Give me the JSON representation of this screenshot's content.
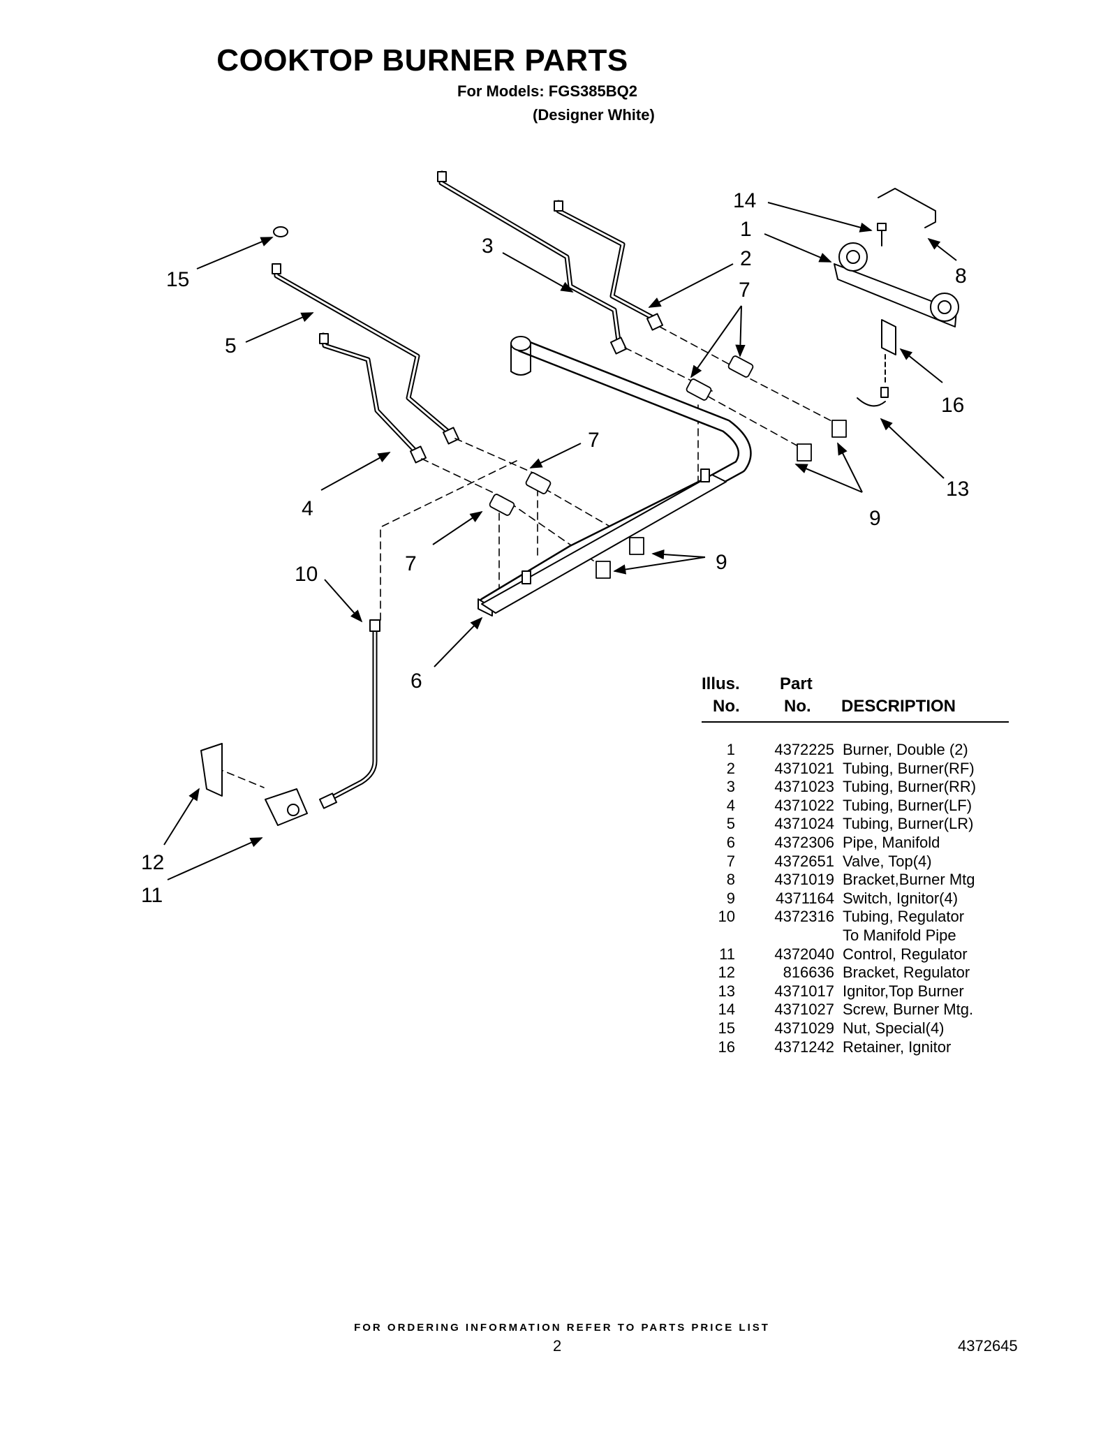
{
  "header": {
    "title": "COOKTOP BURNER PARTS",
    "models_line": "For Models: FGS385BQ2",
    "variant_line": "(Designer White)"
  },
  "callouts": [
    "14",
    "1",
    "2",
    "8",
    "3",
    "15",
    "7",
    "5",
    "16",
    "13",
    "9",
    "7",
    "4",
    "9",
    "7",
    "10",
    "6",
    "12",
    "11"
  ],
  "parts_table": {
    "headers": {
      "illus_1": "Illus.",
      "illus_2": "No.",
      "part_1": "Part",
      "part_2": "No.",
      "description": "DESCRIPTION"
    },
    "rows": [
      {
        "illus": "1",
        "part": "4372225",
        "desc": "Burner, Double (2)"
      },
      {
        "illus": "2",
        "part": "4371021",
        "desc": "Tubing, Burner(RF)"
      },
      {
        "illus": "3",
        "part": "4371023",
        "desc": "Tubing, Burner(RR)"
      },
      {
        "illus": "4",
        "part": "4371022",
        "desc": "Tubing, Burner(LF)"
      },
      {
        "illus": "5",
        "part": "4371024",
        "desc": "Tubing, Burner(LR)"
      },
      {
        "illus": "6",
        "part": "4372306",
        "desc": "Pipe, Manifold"
      },
      {
        "illus": "7",
        "part": "4372651",
        "desc": "Valve, Top(4)"
      },
      {
        "illus": "8",
        "part": "4371019",
        "desc": "Bracket,Burner Mtg"
      },
      {
        "illus": "9",
        "part": "4371164",
        "desc": "Switch, Ignitor(4)"
      },
      {
        "illus": "10",
        "part": "4372316",
        "desc": "Tubing, Regulator"
      },
      {
        "illus": "",
        "part": "",
        "desc": "To Manifold Pipe"
      },
      {
        "illus": "11",
        "part": "4372040",
        "desc": "Control, Regulator"
      },
      {
        "illus": "12",
        "part": "816636",
        "desc": "Bracket, Regulator"
      },
      {
        "illus": "13",
        "part": "4371017",
        "desc": "Ignitor,Top Burner"
      },
      {
        "illus": "14",
        "part": "4371027",
        "desc": "Screw, Burner Mtg."
      },
      {
        "illus": "15",
        "part": "4371029",
        "desc": "Nut, Special(4)"
      },
      {
        "illus": "16",
        "part": "4371242",
        "desc": "Retainer, Ignitor"
      }
    ]
  },
  "footer": {
    "note": "FOR ORDERING INFORMATION REFER TO PARTS PRICE LIST",
    "page_number": "2",
    "doc_number": "4372645"
  }
}
